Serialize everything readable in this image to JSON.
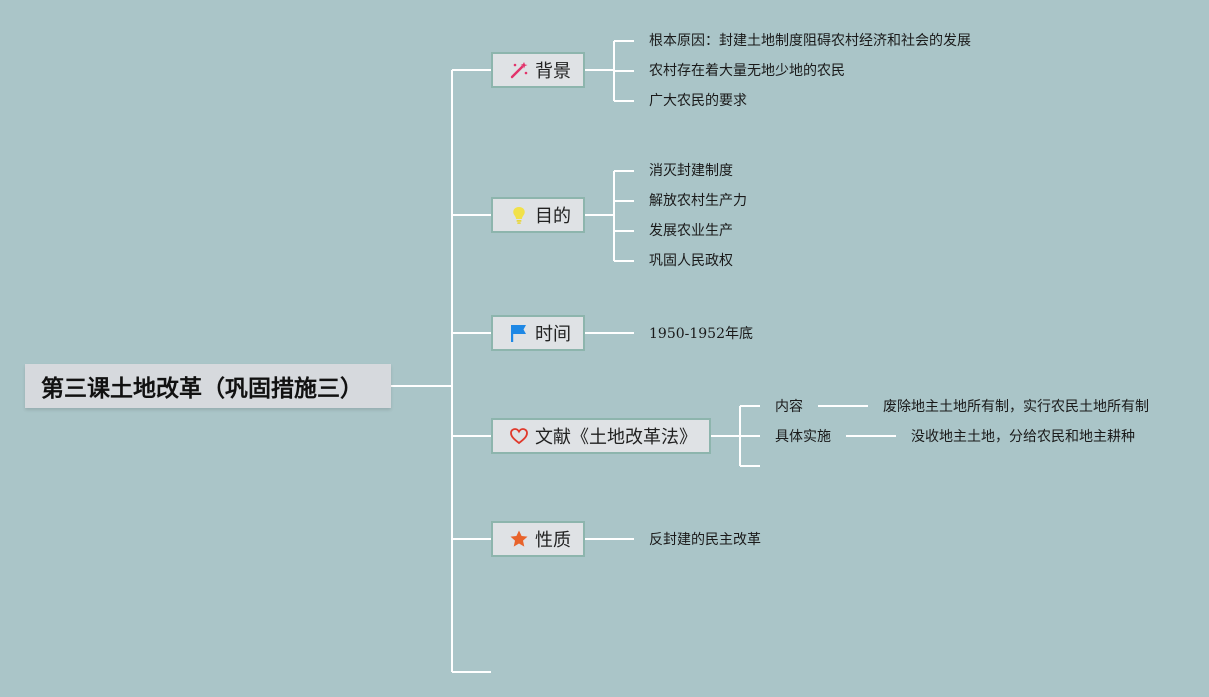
{
  "root": {
    "title": "第三课土地改革（巩固措施三）"
  },
  "branches": [
    {
      "label": "背景",
      "icon": "magic-wand-icon",
      "children": [
        "根本原因：封建土地制度阻碍农村经济和社会的发展",
        "农村存在着大量无地少地的农民",
        "广大农民的要求"
      ]
    },
    {
      "label": "目的",
      "icon": "lightbulb-icon",
      "children": [
        "消灭封建制度",
        "解放农村生产力",
        "发展农业生产",
        "巩固人民政权"
      ]
    },
    {
      "label": "时间",
      "icon": "flag-icon",
      "children": [
        "1950-1952年底"
      ]
    },
    {
      "label": "文献《土地改革法》",
      "icon": "heart-icon",
      "children": [
        {
          "label": "内容",
          "detail": "废除地主土地所有制，实行农民土地所有制"
        },
        {
          "label": "具体实施",
          "detail": "没收地主土地，分给农民和地主耕种"
        }
      ]
    },
    {
      "label": "性质",
      "icon": "star-icon",
      "children": [
        "反封建的民主改革"
      ]
    }
  ],
  "colors": {
    "background": "#aac5c8",
    "connector": "#ffffff",
    "node_border": "#8db5ad",
    "wand_icon": "#e2336b",
    "bulb_icon": "#f1e14a",
    "flag_icon": "#1e88e5",
    "heart_icon": "#e0392b",
    "star_icon": "#e8632b"
  }
}
